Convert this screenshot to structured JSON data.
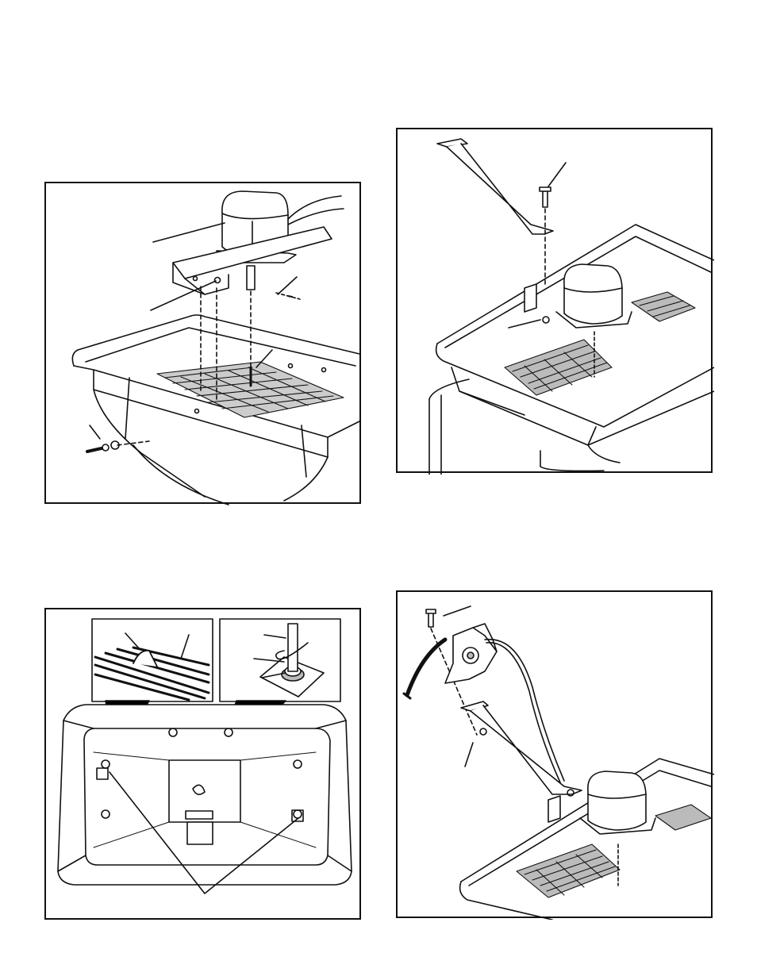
{
  "page": {
    "figures": [
      {
        "id": "fig-tl",
        "depicts": "gearbox-bracket-assembly"
      },
      {
        "id": "fig-tr",
        "depicts": "hopper-brace-installation"
      },
      {
        "id": "fig-bl",
        "depicts": "hopper-bottom-view-with-details"
      },
      {
        "id": "fig-br",
        "depicts": "control-arm-installation"
      }
    ]
  }
}
